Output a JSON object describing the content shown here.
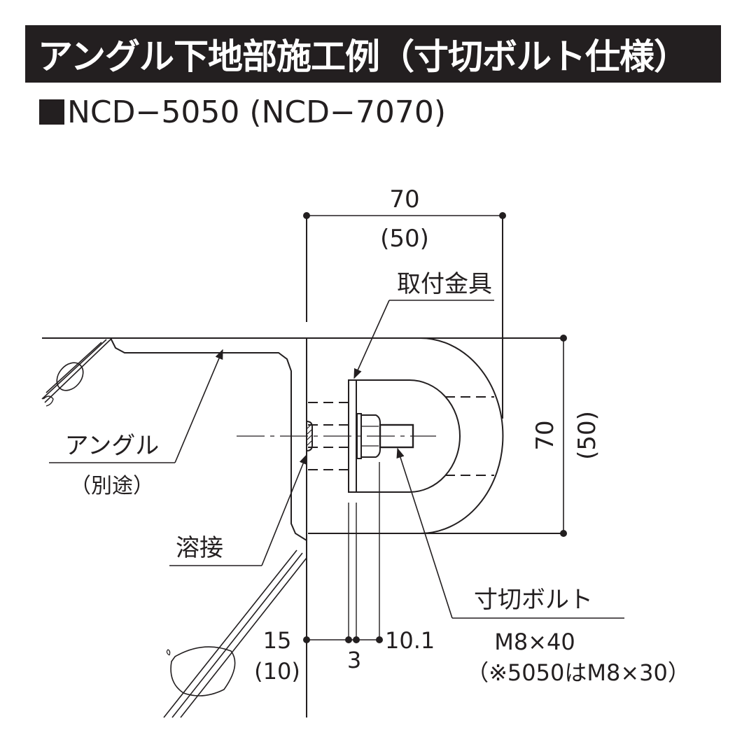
{
  "header": {
    "title": "アングル下地部施工例（寸切ボルト仕様）",
    "subtitle": "NCD−5050 (NCD−7070)",
    "subtitle_bullet": "square-bullet"
  },
  "dimensions": {
    "top_width": "70",
    "top_width_alt": "(50)",
    "right_height": "70",
    "right_height_alt": "(50)",
    "offset_wall": "15",
    "offset_wall_alt": "(10)",
    "plate_thickness": "3",
    "bolt_offset": "10.1"
  },
  "labels": {
    "bracket": "取付金具",
    "angle": "アングル",
    "angle_note": "（別途）",
    "weld": "溶接",
    "bolt": "寸切ボルト",
    "bolt_spec": "M8×40",
    "bolt_spec_note": "（※5050はM8×30）"
  },
  "colors": {
    "ink": "#231f20",
    "title_bg": "#231f20",
    "title_fg": "#ffffff"
  }
}
